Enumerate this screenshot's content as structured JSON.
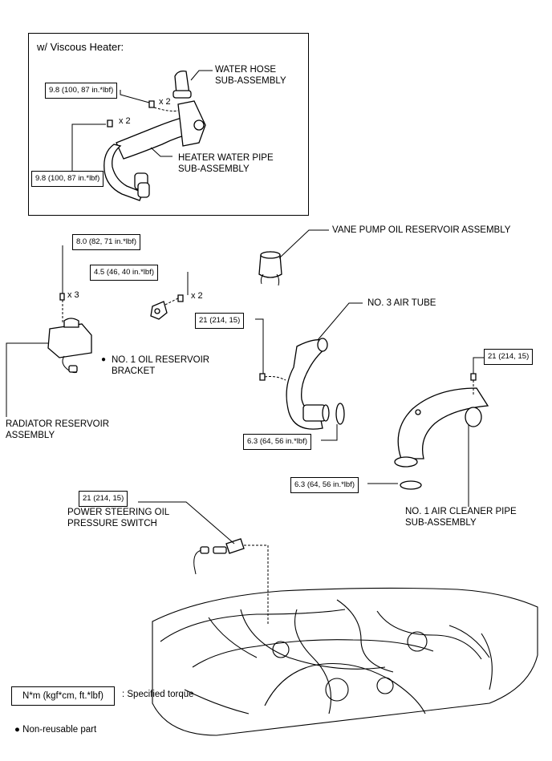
{
  "viscous_heater": {
    "title": "w/ Viscous Heater:",
    "water_hose": "WATER HOSE\nSUB-ASSEMBLY",
    "heater_pipe": "HEATER WATER PIPE\nSUB-ASSEMBLY",
    "torque_top": "9.8 (100, 87 in.*lbf)",
    "torque_bottom": "9.8 (100, 87 in.*lbf)",
    "mult_top": "x 2",
    "mult_left": "x 2"
  },
  "main": {
    "vane_pump": "VANE PUMP OIL RESERVOIR ASSEMBLY",
    "air_tube3": "NO. 3 AIR TUBE",
    "oil_bracket": "NO. 1 OIL RESERVOIR\nBRACKET",
    "radiator": "RADIATOR RESERVOIR\nASSEMBLY",
    "air_cleaner": "NO. 1 AIR CLEANER PIPE\nSUB-ASSEMBLY",
    "ps_switch": "POWER STEERING OIL\nPRESSURE SWITCH",
    "torque_radiator": "8.0 (82, 71 in.*lbf)",
    "torque_bracket": "4.5 (46, 40 in.*lbf)",
    "torque_tube3": "21 (214, 15)",
    "torque_tube3_clamp": "6.3 (64, 56 in.*lbf)",
    "torque_pipe_top": "21 (214, 15)",
    "torque_pipe_clamp": "6.3 (64, 56 in.*lbf)",
    "torque_switch": "21 (214, 15)",
    "mult_radiator": "x 3",
    "mult_bracket": "x 2",
    "bullet": "●"
  },
  "legend": {
    "unit_box": "N*m (kgf*cm, ft.*lbf)",
    "unit_desc": ": Specified torque",
    "nonreusable": "● Non-reusable part"
  }
}
